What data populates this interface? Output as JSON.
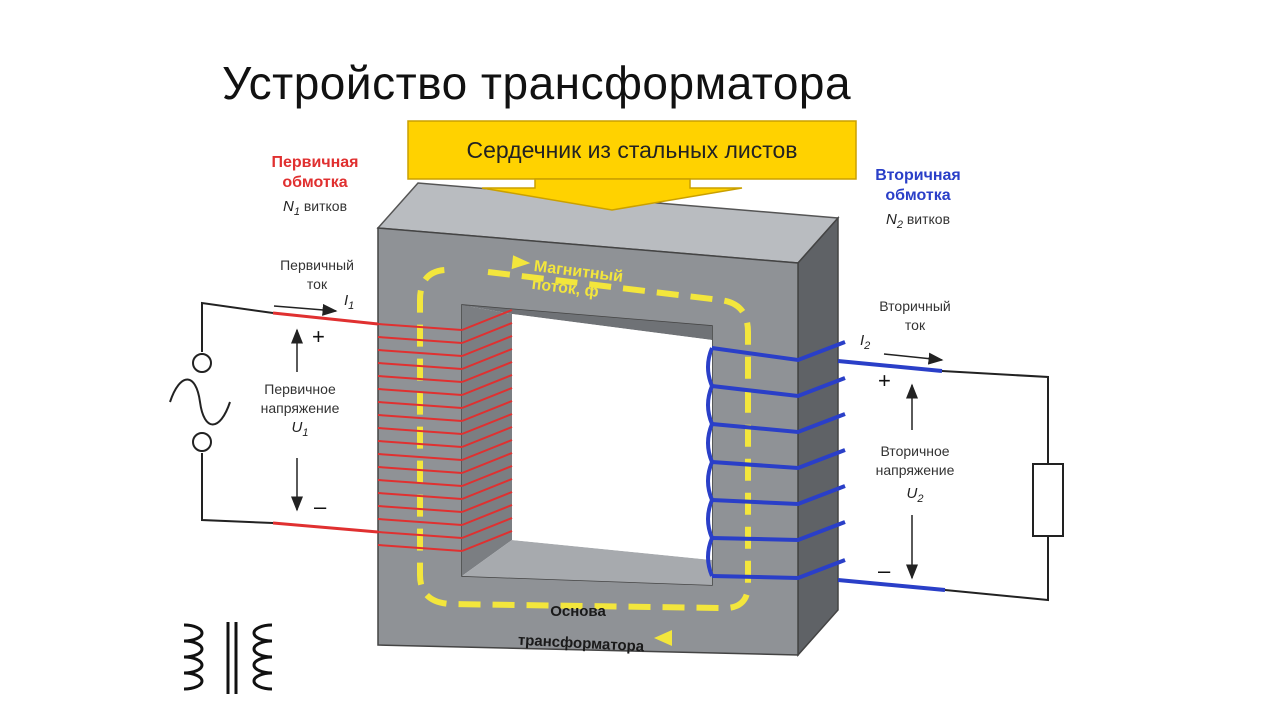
{
  "title": "Устройство трансформатора",
  "callout": "Сердечник из стальных листов",
  "primary_winding": {
    "title_line1": "Первичная",
    "title_line2": "обмотка",
    "symbol": "N",
    "subscript": "1",
    "turns": "витков",
    "current_line1": "Первичный",
    "current_line2": "ток",
    "current_symbol": "I",
    "current_sub": "1",
    "voltage_line1": "Первичное",
    "voltage_line2": "напряжение",
    "voltage_symbol": "U",
    "voltage_sub": "1",
    "plus": "+",
    "minus": "–"
  },
  "secondary_winding": {
    "title_line1": "Вторичная",
    "title_line2": "обмотка",
    "symbol": "N",
    "subscript": "2",
    "turns": "витков",
    "current_line1": "Вторичный",
    "current_line2": "ток",
    "current_symbol": "I",
    "current_sub": "2",
    "voltage_line1": "Вторичное",
    "voltage_line2": "напряжение",
    "voltage_symbol": "U",
    "voltage_sub": "2",
    "plus": "+",
    "minus": "–"
  },
  "flux": {
    "line1": "Магнитный",
    "line2": "поток, ф"
  },
  "base": {
    "line1": "Основа",
    "line2": "трансформатора"
  },
  "colors": {
    "core_front": "#8f9296",
    "core_top": "#b9bcc0",
    "core_side": "#5f6266",
    "primary": "#e03030",
    "secondary": "#2a3fc8",
    "flux": "#f3e63c",
    "callout": "#ffd200"
  }
}
